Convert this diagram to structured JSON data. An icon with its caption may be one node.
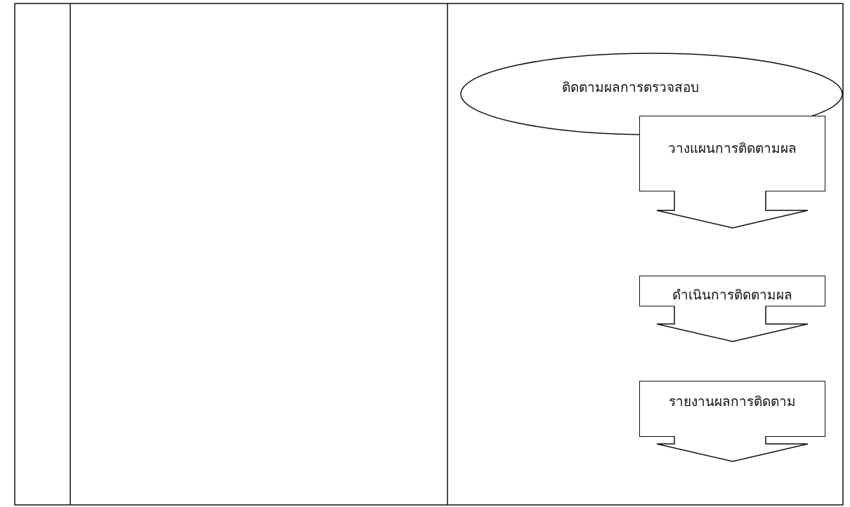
{
  "diagram": {
    "nodes": [
      {
        "text": [
          "ติดตามผลการตรวจสอบ"
        ]
      },
      {
        "text": [
          "วางแผนการติดตามผล"
        ]
      },
      {
        "text": [
          "ดำเนินการติดตามผล"
        ]
      },
      {
        "text": [
          "รายงานผลการติดตาม"
        ]
      }
    ],
    "edges": [
      {
        "from": 1,
        "to": 2,
        "arrow": "to"
      },
      {
        "from": 2,
        "to": 3,
        "arrow": "to"
      },
      {
        "from": 3,
        "to": null,
        "arrow": "to"
      }
    ]
  }
}
